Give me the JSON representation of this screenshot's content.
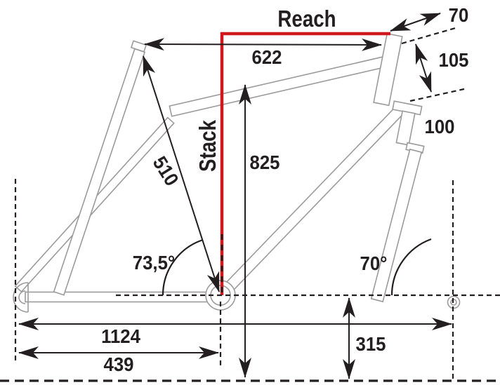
{
  "diagram": {
    "type": "bicycle-frame-geometry",
    "labels": {
      "reach": "Reach",
      "stack": "Stack",
      "top_tube_length": "622",
      "stem_offset": "70",
      "head_tube_length": "105",
      "head_tube_lower": "100",
      "standover_height": "825",
      "seat_tube_length": "510",
      "seat_tube_angle": "73,5°",
      "head_tube_angle": "70°",
      "wheelbase": "1124",
      "chainstay_length": "439",
      "bb_height": "315"
    },
    "colors": {
      "accent_red": "#d0181f",
      "line_black": "#231f20",
      "tube_gray": "#9b9b9b",
      "background": "#ffffff"
    }
  }
}
